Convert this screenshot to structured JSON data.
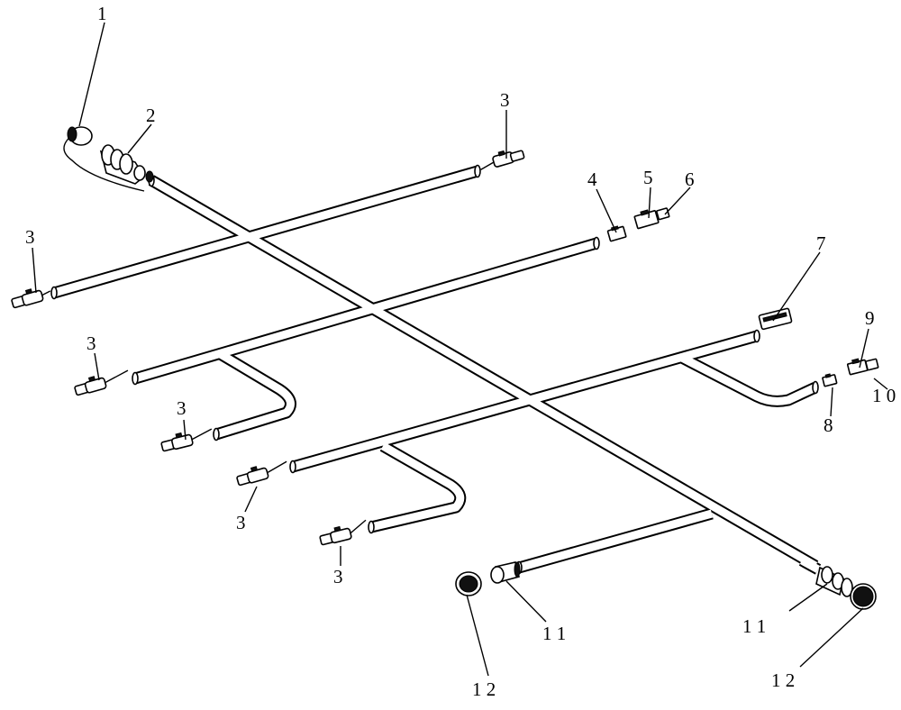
{
  "callouts": [
    {
      "key": "c1",
      "text": "1"
    },
    {
      "key": "c2",
      "text": "2"
    },
    {
      "key": "c3a",
      "text": "3"
    },
    {
      "key": "c3b",
      "text": "3"
    },
    {
      "key": "c3c",
      "text": "3"
    },
    {
      "key": "c3d",
      "text": "3"
    },
    {
      "key": "c3e",
      "text": "3"
    },
    {
      "key": "c3f",
      "text": "3"
    },
    {
      "key": "c4",
      "text": "4"
    },
    {
      "key": "c5",
      "text": "5"
    },
    {
      "key": "c6",
      "text": "6"
    },
    {
      "key": "c7",
      "text": "7"
    },
    {
      "key": "c8",
      "text": "8"
    },
    {
      "key": "c9",
      "text": "9"
    },
    {
      "key": "c10",
      "text": "1 0"
    },
    {
      "key": "c11a",
      "text": "1 1"
    },
    {
      "key": "c11b",
      "text": "1 1"
    },
    {
      "key": "c12a",
      "text": "1 2"
    },
    {
      "key": "c12b",
      "text": "1 2"
    }
  ]
}
